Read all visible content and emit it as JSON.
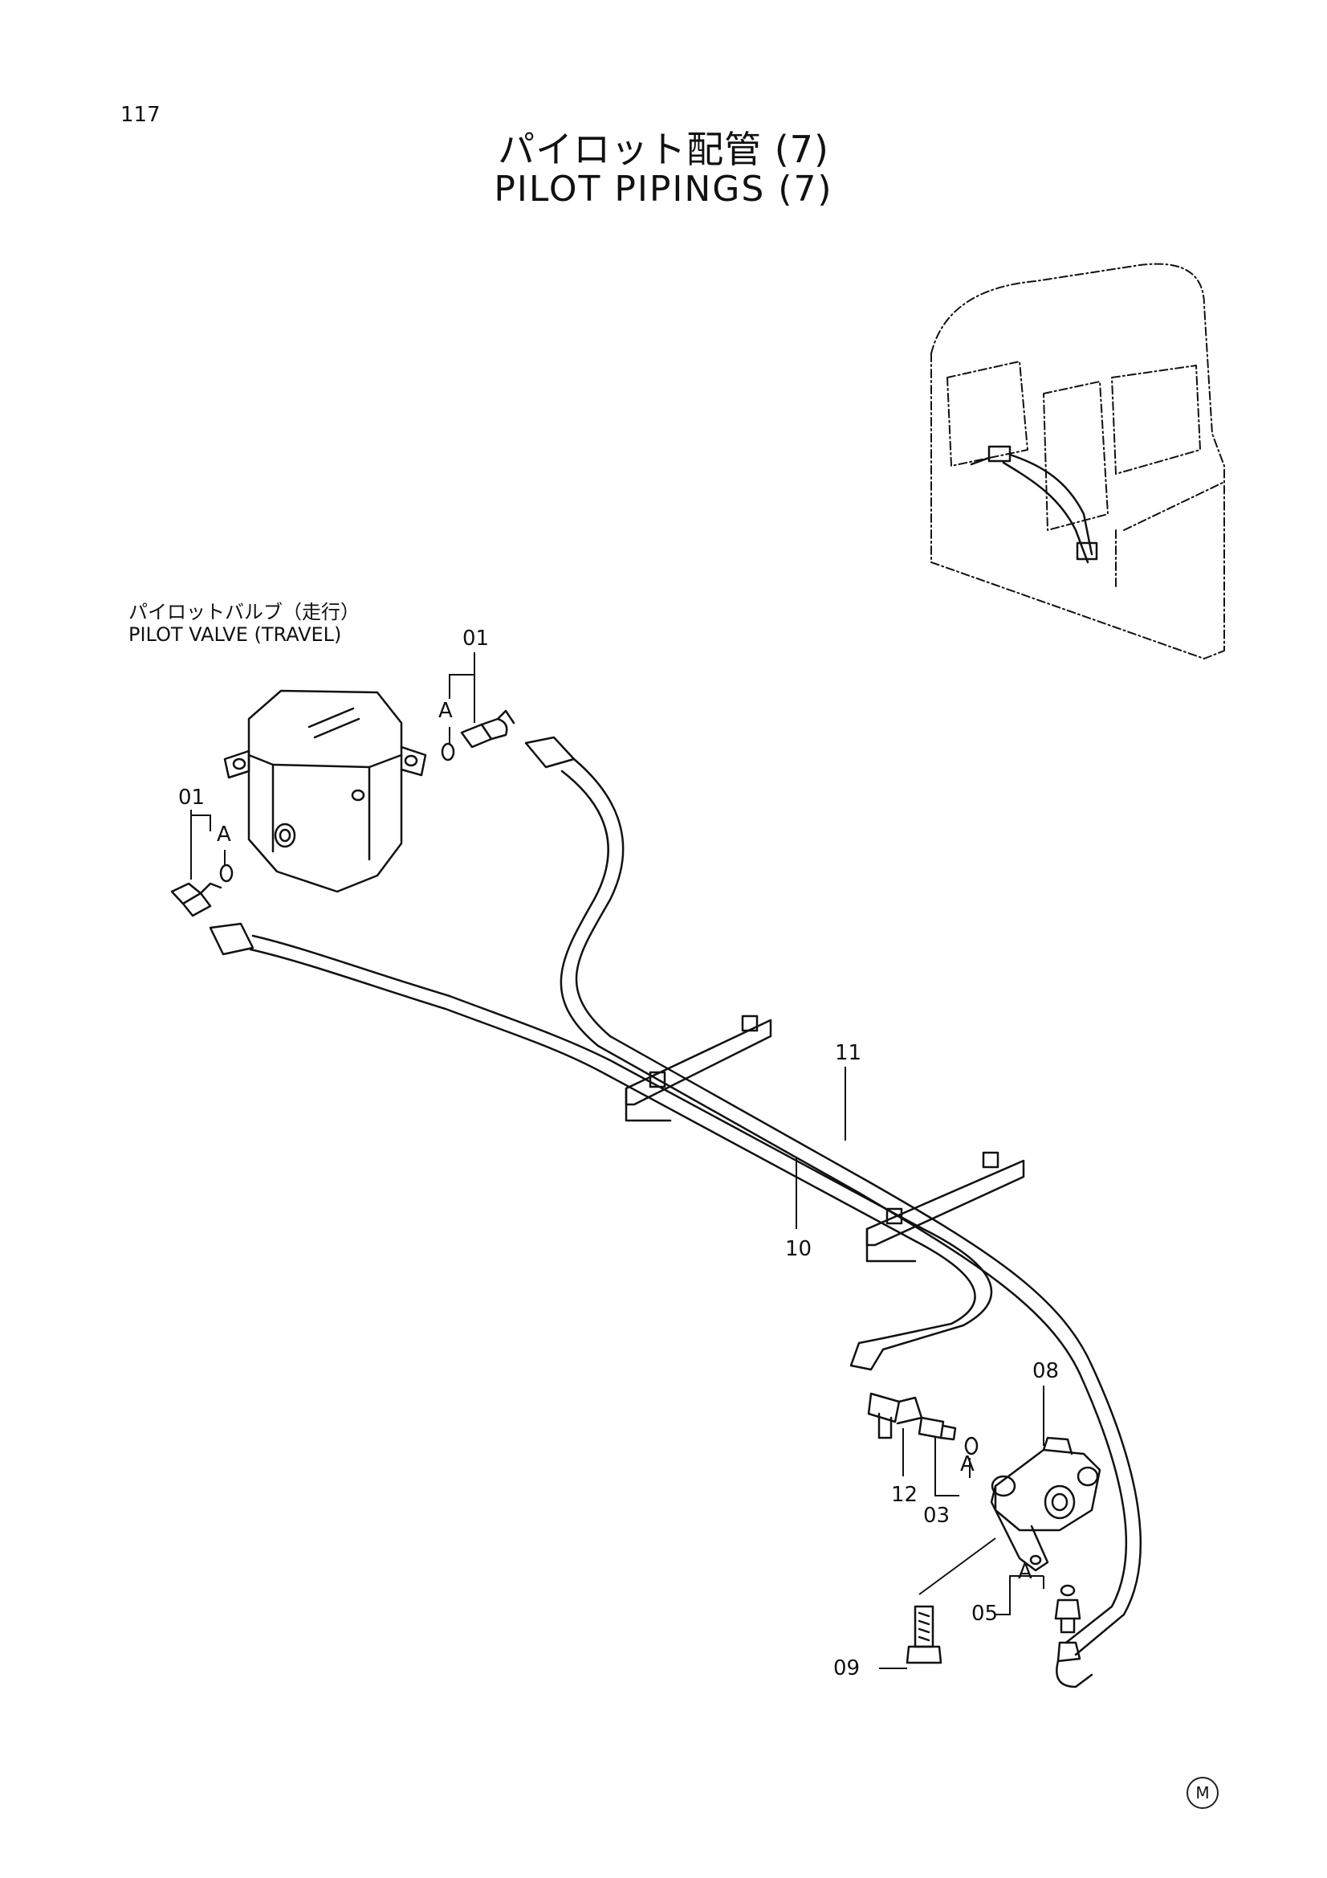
{
  "page": {
    "number": "117"
  },
  "title": {
    "japanese": "パイロット配管 (7)",
    "english": "PILOT PIPINGS (7)"
  },
  "component_label": {
    "japanese": "パイロットバルブ（走行）",
    "english": "PILOT VALVE (TRAVEL)"
  },
  "callouts": {
    "elbow_top": "01",
    "elbow_left": "01",
    "seal_a1": "A",
    "seal_a2": "A",
    "seal_a3": "A",
    "seal_a4": "A",
    "hose_11": "11",
    "hose_10": "10",
    "block_08": "08",
    "fitting_12": "12",
    "fitting_03": "03",
    "fitting_05": "05",
    "bolt_09": "09"
  },
  "footer": {
    "mark": "M"
  }
}
